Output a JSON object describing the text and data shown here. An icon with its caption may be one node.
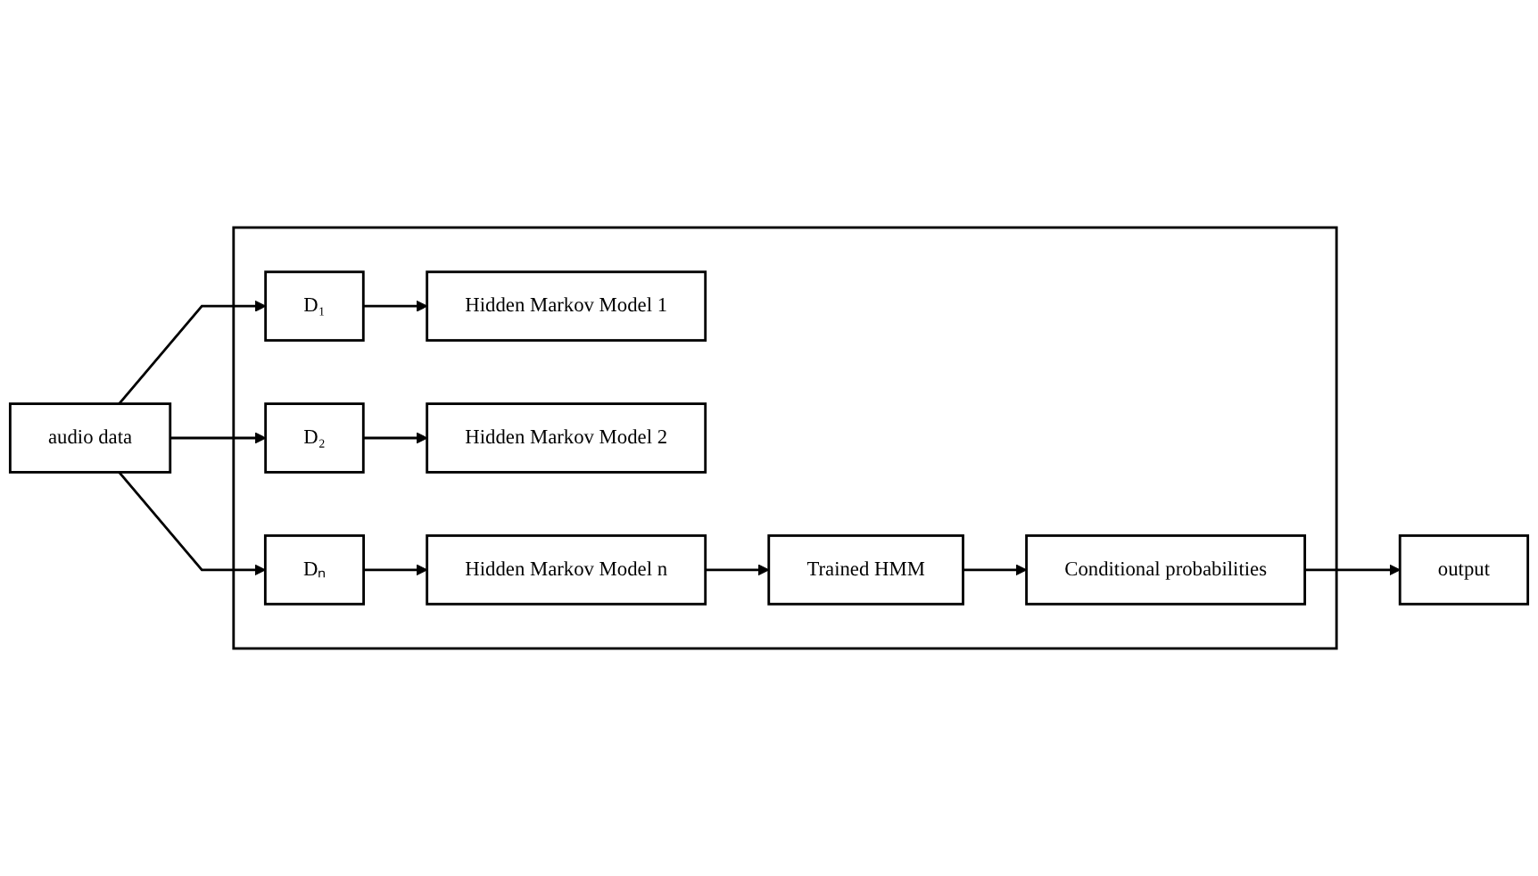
{
  "diagram": {
    "nodes": [
      {
        "text": [
          "audio data"
        ]
      },
      {
        "text": [],
        "shape": "box"
      },
      {
        "text": [
          "D₁"
        ],
        "in": 1
      },
      {
        "text": [
          "Hidden Markov Model 1"
        ],
        "in": 1
      },
      {
        "text": [
          "D₂"
        ],
        "in": 1
      },
      {
        "text": [
          "Hidden Markov Model 2"
        ],
        "in": 1
      },
      {
        "text": [
          "Dₙ"
        ],
        "in": 1
      },
      {
        "text": [
          "Hidden Markov Model n"
        ],
        "in": 1
      },
      {
        "text": [
          "Trained HMM"
        ],
        "in": 1
      },
      {
        "text": [
          "Conditional probabilities"
        ],
        "in": 1
      },
      {
        "text": [
          "output"
        ]
      }
    ],
    "edges": [
      {
        "from": 0,
        "to": 2,
        "arrow": "to"
      },
      {
        "from": 0,
        "to": 4,
        "arrow": "to"
      },
      {
        "from": 0,
        "to": 6,
        "arrow": "to"
      },
      {
        "from": 2,
        "to": 3,
        "arrow": "to"
      },
      {
        "from": 4,
        "to": 5,
        "arrow": "to"
      },
      {
        "from": 6,
        "to": 7,
        "arrow": "to"
      },
      {
        "from": 7,
        "to": 8,
        "arrow": "to"
      },
      {
        "from": 8,
        "to": 9,
        "arrow": "to"
      },
      {
        "from": 9,
        "to": 10,
        "arrow": "to"
      }
    ]
  }
}
